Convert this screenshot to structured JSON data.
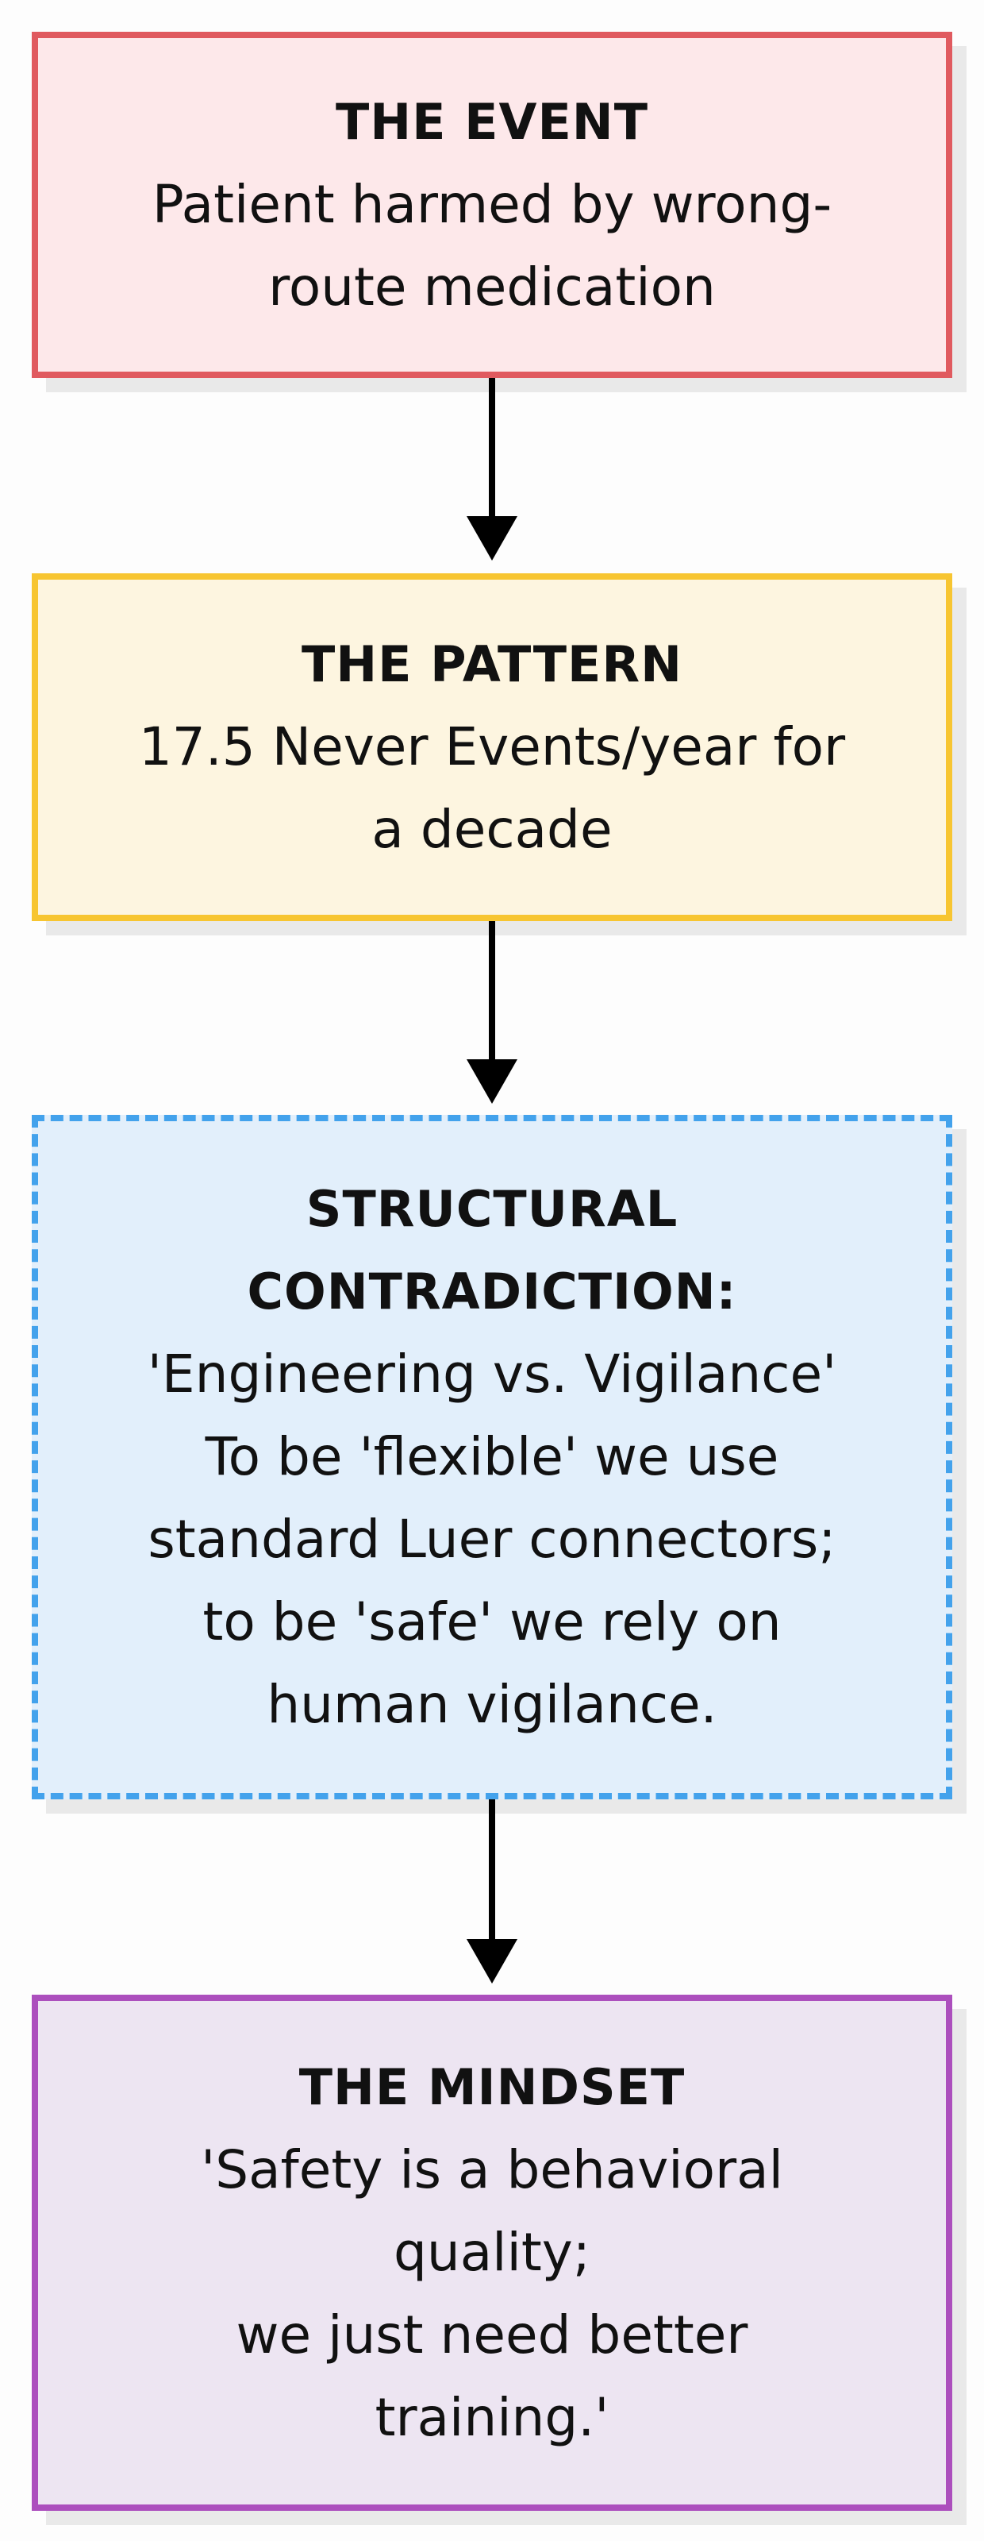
{
  "diagram": {
    "nodes": [
      {
        "id": "event",
        "title": "THE EVENT",
        "body": "Patient harmed by wrong-\nroute medication",
        "border_color": "#e05a5f",
        "fill_color": "#fde8ea",
        "border_style": "solid"
      },
      {
        "id": "pattern",
        "title": "THE PATTERN",
        "body": "17.5 Never Events/year for\na decade",
        "border_color": "#f7c531",
        "fill_color": "#fdf5e0",
        "border_style": "solid"
      },
      {
        "id": "contradiction",
        "title": "STRUCTURAL\nCONTRADICTION:",
        "body": "'Engineering vs. Vigilance'\nTo be 'flexible' we use\nstandard Luer connectors;\nto be 'safe' we rely on\nhuman vigilance.",
        "border_color": "#43a2ec",
        "fill_color": "#e2effb",
        "border_style": "dashed"
      },
      {
        "id": "mindset",
        "title": "THE MINDSET",
        "body": "'Safety is a behavioral\nquality;\nwe just need better\ntraining.'",
        "border_color": "#ac4fbd",
        "fill_color": "#ede5f2",
        "border_style": "solid"
      }
    ],
    "edges": [
      {
        "from": "event",
        "to": "pattern"
      },
      {
        "from": "pattern",
        "to": "contradiction"
      },
      {
        "from": "contradiction",
        "to": "mindset"
      }
    ],
    "arrow_color": "#000000"
  }
}
